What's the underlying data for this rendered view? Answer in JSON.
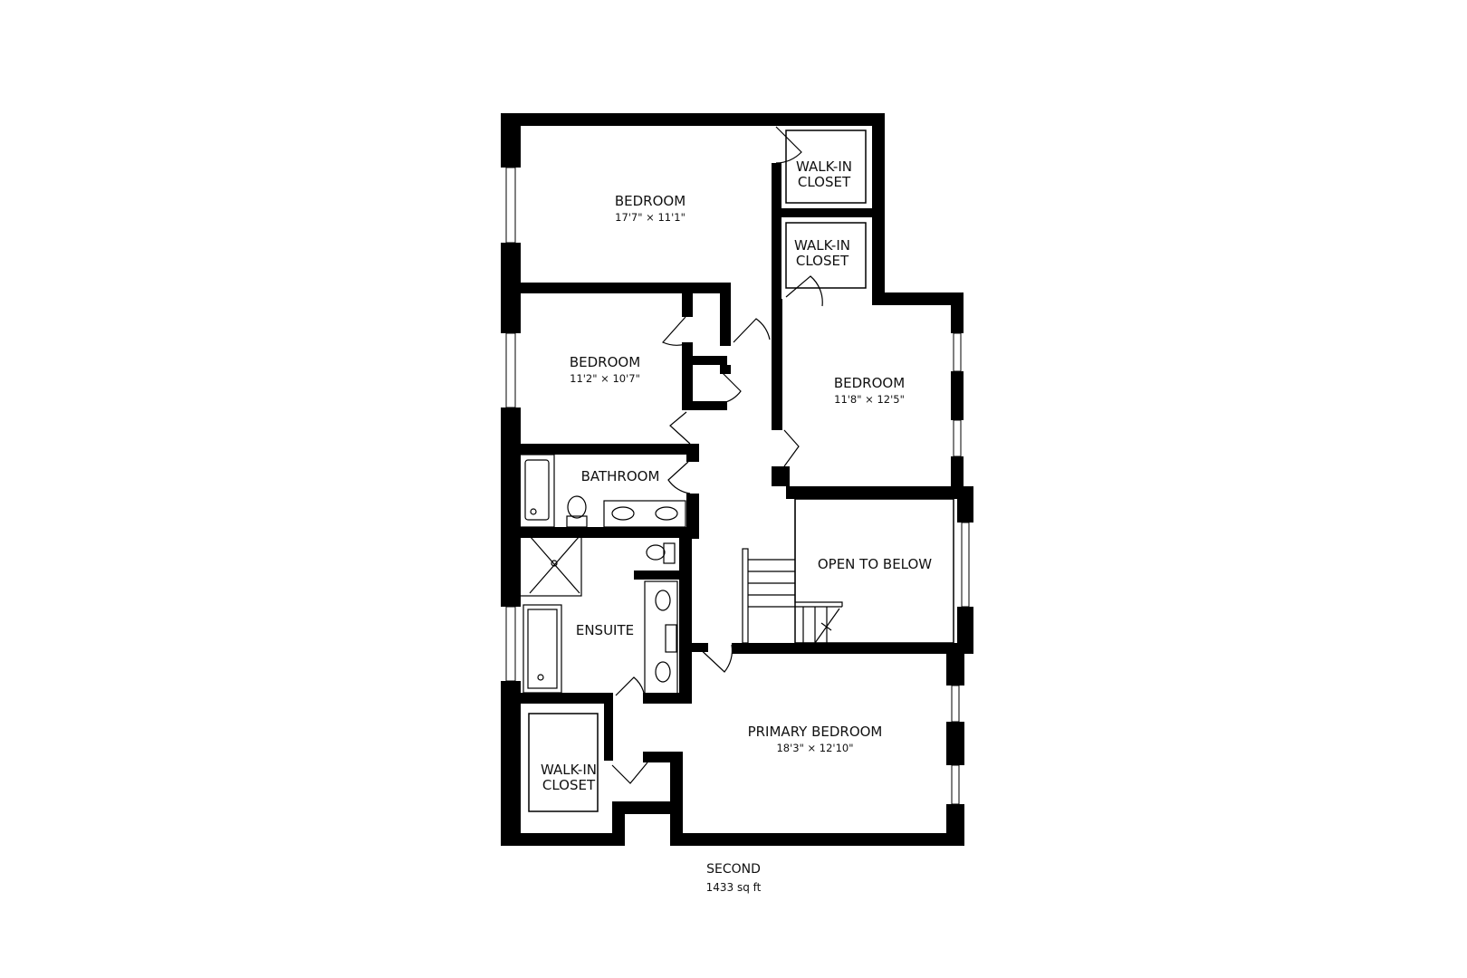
{
  "floor": {
    "name": "SECOND",
    "area": "1433 sq ft"
  },
  "rooms": [
    {
      "id": "bedroom-1",
      "name": "BEDROOM",
      "dimensions": "17'7\" × 11'1\""
    },
    {
      "id": "walk-in-closet-1",
      "name_line1": "WALK-IN",
      "name_line2": "CLOSET"
    },
    {
      "id": "walk-in-closet-2",
      "name_line1": "WALK-IN",
      "name_line2": "CLOSET"
    },
    {
      "id": "bedroom-2",
      "name": "BEDROOM",
      "dimensions": "11'2\" × 10'7\""
    },
    {
      "id": "bedroom-3",
      "name": "BEDROOM",
      "dimensions": "11'8\" × 12'5\""
    },
    {
      "id": "bathroom",
      "name": "BATHROOM"
    },
    {
      "id": "open-to-below",
      "name": "OPEN TO BELOW"
    },
    {
      "id": "ensuite",
      "name": "ENSUITE"
    },
    {
      "id": "primary-bedroom",
      "name": "PRIMARY BEDROOM",
      "dimensions": "18'3\" × 12'10\""
    },
    {
      "id": "walk-in-closet-3",
      "name_line1": "WALK-IN",
      "name_line2": "CLOSET"
    }
  ],
  "colors": {
    "wall": "#000000",
    "background": "#ffffff",
    "text": "#111111"
  }
}
